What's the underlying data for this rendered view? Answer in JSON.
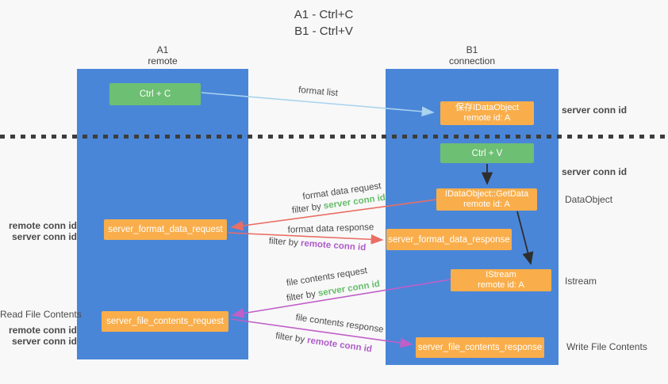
{
  "title": {
    "line1": "A1 - Ctrl+C",
    "line2": "B1 - Ctrl+V"
  },
  "lanes": {
    "left": {
      "name": "A1",
      "role": "remote"
    },
    "right": {
      "name": "B1",
      "role": "connection"
    }
  },
  "boxes": {
    "ctrl_c": "Ctrl + C",
    "ctrl_v": "Ctrl + V",
    "save_dataobject_line1": "保存IDataObject",
    "save_dataobject_line2": "remote id: A",
    "getdata_line1": "IDataObject::GetData",
    "getdata_line2": "remote id: A",
    "istream_line1": "IStream",
    "istream_line2": "remote id: A",
    "format_request": "server_format_data_request",
    "format_response": "server_format_data_response",
    "file_request": "server_file_contents_request",
    "file_response": "server_file_contents_response"
  },
  "arrow_labels": {
    "format_list": "format list",
    "format_data_request": "format data request",
    "format_data_response": "format data response",
    "file_contents_request": "file contents request",
    "file_contents_response": "file contents response",
    "filter_by": "filter by ",
    "server_conn_id": "server conn id",
    "remote_conn_id": "remote conn id"
  },
  "side_labels": {
    "server_conn_id_top": "server conn id",
    "server_conn_id_mid": "server conn id",
    "dataobject": "DataObject",
    "istream": "Istream",
    "write_file_contents": "Write File Contents",
    "read_file_contents": "Read File Contents",
    "remote_conn_id": "remote conn id",
    "server_conn_id": "server conn id"
  },
  "colors": {
    "bg": "#f8f8f8",
    "blue": "#4a86d8",
    "green": "#6dbf73",
    "orange": "#f9ae4b",
    "greenText": "#67bd6b",
    "purpleText": "#ad5cc8",
    "red": "#e96e64",
    "magenta": "#c05fc8",
    "lightblue": "#a9d3ee",
    "black": "#2e2e2e",
    "dash": "#3d3d3d"
  }
}
